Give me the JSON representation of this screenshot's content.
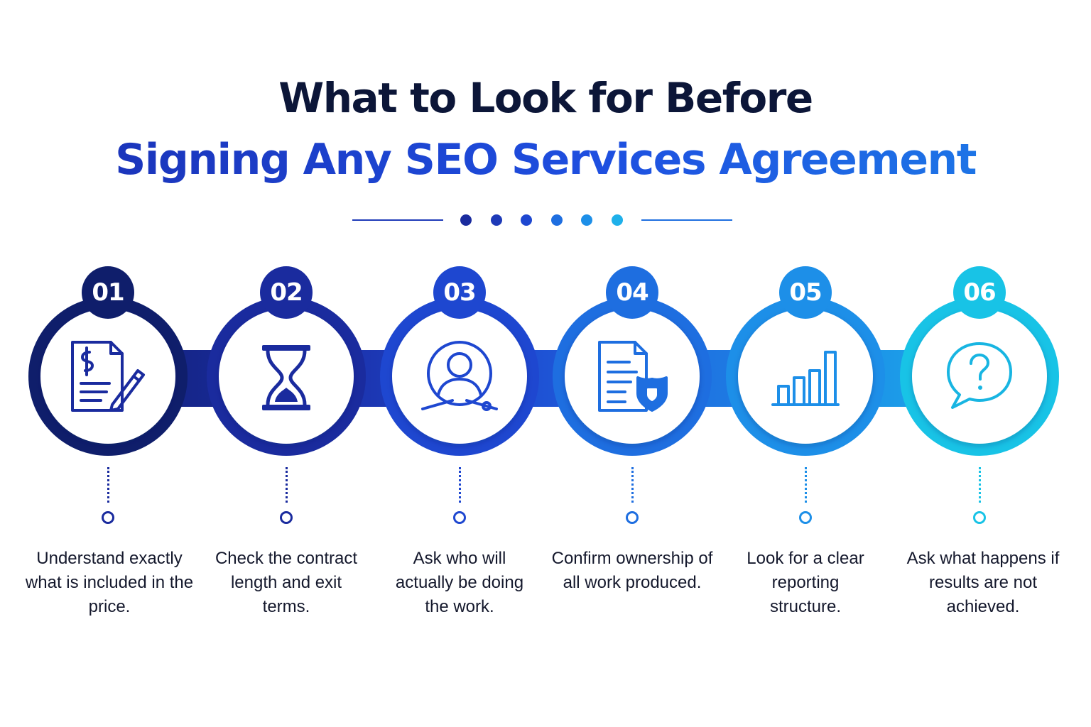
{
  "header": {
    "title_line1": "What to Look for Before",
    "title_line2": "Signing Any SEO Services Agreement"
  },
  "colors": {
    "dark_navy": "#0f1e6b",
    "royal_blue": "#1e3ab8",
    "blue": "#1e6ee0",
    "cyan": "#18c3e6",
    "text_dark": "#14182c"
  },
  "steps": [
    {
      "number": "01",
      "icon": "contract-price-icon",
      "color": "#0f1e6b",
      "text": "Understand exactly what is included in the price."
    },
    {
      "number": "02",
      "icon": "hourglass-icon",
      "color": "#1a2b9e",
      "text": "Check the contract length and exit terms."
    },
    {
      "number": "03",
      "icon": "user-search-icon",
      "color": "#1e47d0",
      "text": "Ask who will actually be doing the work."
    },
    {
      "number": "04",
      "icon": "document-shield-icon",
      "color": "#1e6ee0",
      "text": "Confirm ownership of all work produced."
    },
    {
      "number": "05",
      "icon": "bar-chart-icon",
      "color": "#1d8fe8",
      "text": "Look for a clear reporting structure."
    },
    {
      "number": "06",
      "icon": "question-bubble-icon",
      "color": "#18c3e6",
      "text": "Ask what happens if results are not achieved."
    }
  ]
}
